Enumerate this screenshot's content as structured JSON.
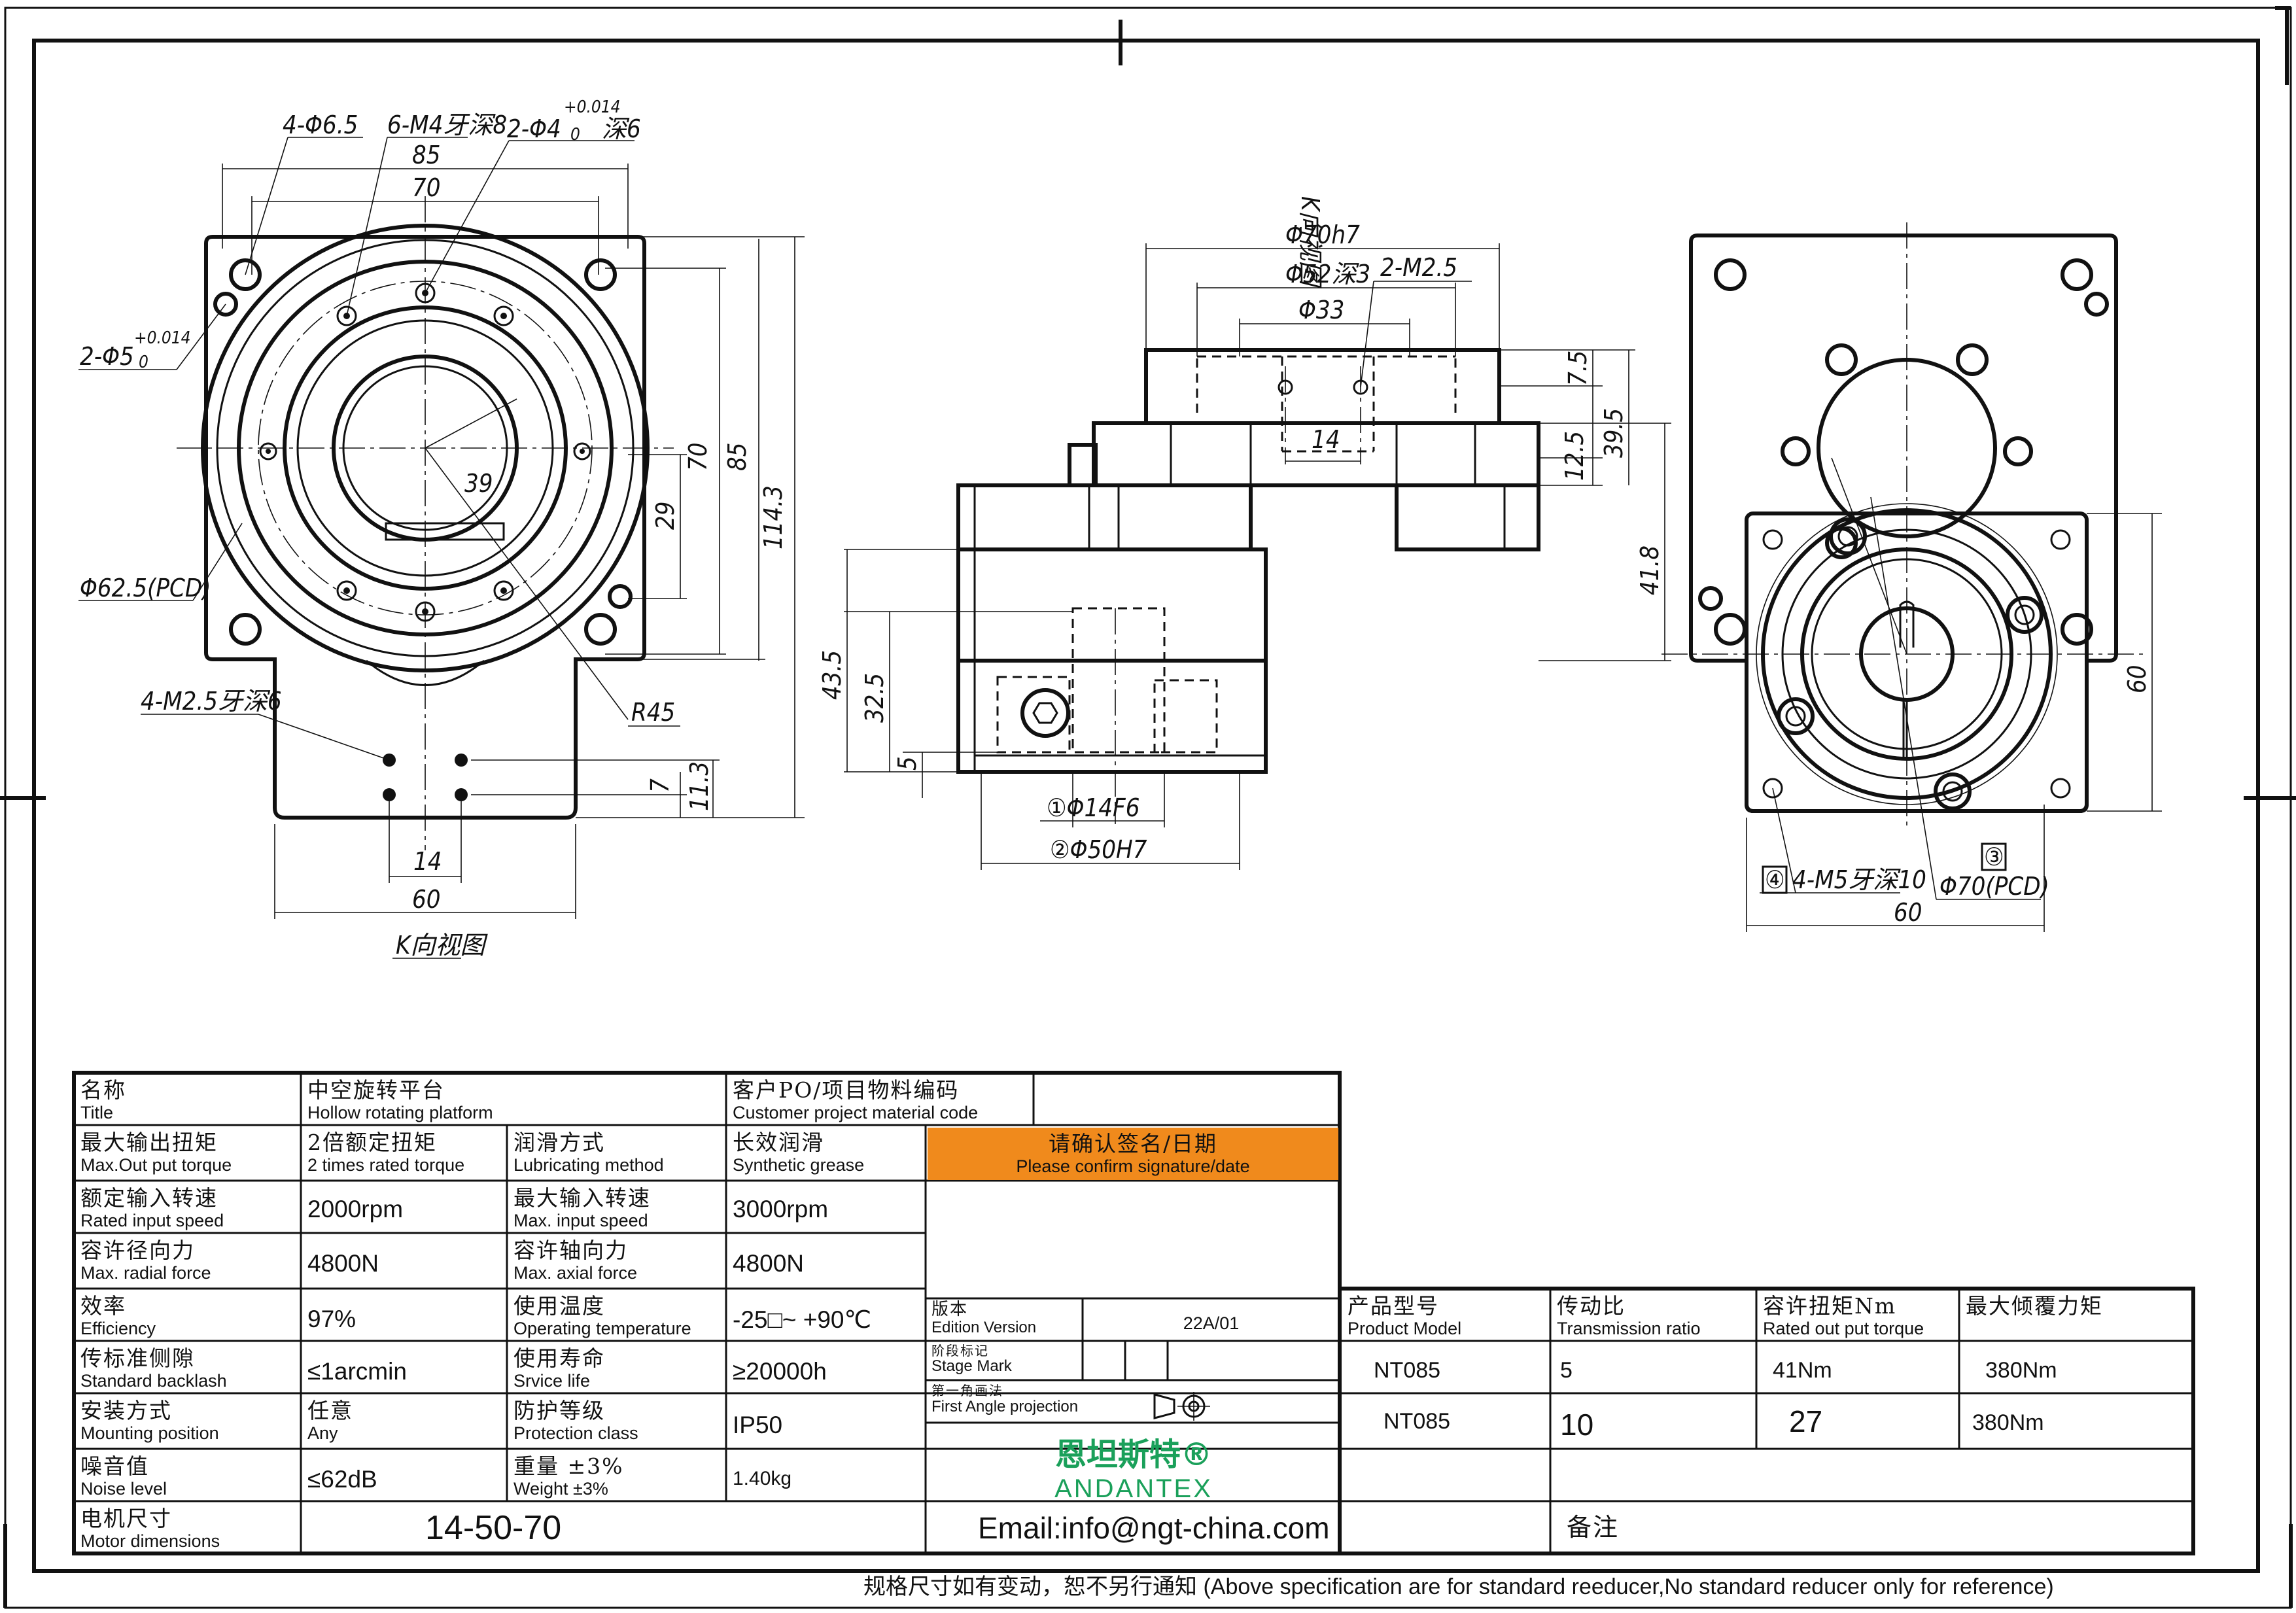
{
  "front_view": {
    "dims": {
      "holes_large": "4-Φ6.5",
      "thread_holes": "6-M4牙深8",
      "pin_holes": "2-Φ4",
      "pin_tol": "+0.014",
      "pin_tol_low": "0",
      "pin_depth": "深6",
      "pin2": "2-Φ5",
      "pin2_tol": "+0.014",
      "pin2_tol_low": "0",
      "w85": "85",
      "w70": "70",
      "h70": "70",
      "h85": "85",
      "h114": "114.3",
      "h29": "29",
      "r39": "39",
      "pcd": "Φ62.5(PCD)",
      "r45": "R45",
      "m25": "4-M2.5牙深6",
      "d7": "7",
      "d113": "11.3",
      "d14": "14",
      "d60": "60",
      "kview": "K向视图"
    }
  },
  "side_view": {
    "dims": {
      "kview": "K向视图",
      "d70h7": "Φ70h7",
      "d52": "Φ52深3",
      "m25": "2-M2.5",
      "d33": "Φ33",
      "d75": "7.5",
      "d14v": "14",
      "d125": "12.5",
      "d395": "39.5",
      "d418": "41.8",
      "d14h": "14",
      "d435": "43.5",
      "d325": "32.5",
      "d5": "5",
      "d14f6": "①Φ14F6",
      "d50h7": "②Φ50H7"
    }
  },
  "rear_view": {
    "dims": {
      "d60v": "60",
      "m5": "4-M5牙深10",
      "m5_mark": "④",
      "pcd": "Φ70(PCD)",
      "pcd_mark": "③",
      "d60h": "60"
    }
  },
  "spec_table": {
    "title_cn": "名称",
    "title_en": "Title",
    "title_val_cn": "中空旋转平台",
    "title_val_en": "Hollow rotating platform",
    "po_cn": "客户PO/项目物料编码",
    "po_en": "Customer project material code",
    "torque_cn": "最大输出扭矩",
    "torque_en": "Max.Out put torque",
    "torque_val_cn": "2倍额定扭矩",
    "torque_val_en": "2 times rated torque",
    "lub_cn": "润滑方式",
    "lub_en": "Lubricating method",
    "lub_val_cn": "长效润滑",
    "lub_val_en": "Synthetic grease",
    "confirm_cn": "请确认签名/日期",
    "confirm_en": "Please confirm signature/date",
    "rin_cn": "额定输入转速",
    "rin_en": "Rated input speed",
    "rin_val": "2000rpm",
    "min_cn": "最大输入转速",
    "min_en": "Max. input speed",
    "min_val": "3000rpm",
    "rad_cn": "容许径向力",
    "rad_en": "Max. radial force",
    "rad_val": "4800N",
    "ax_cn": "容许轴向力",
    "ax_en": "Max. axial force",
    "ax_val": "4800N",
    "eff_cn": "效率",
    "eff_en": "Efficiency",
    "eff_val": "97%",
    "temp_cn": "使用温度",
    "temp_en": "Operating temperature",
    "temp_val": "-25□~ +90℃",
    "bl_cn": "传标准侧隙",
    "bl_en": "Standard backlash",
    "bl_val": "≤1arcmin",
    "life_cn": "使用寿命",
    "life_en": "Srvice life",
    "life_val": "≥20000h",
    "mnt_cn": "安装方式",
    "mnt_en": "Mounting position",
    "mnt_val_cn": "任意",
    "mnt_val_en": "Any",
    "prot_cn": "防护等级",
    "prot_en": "Protection class",
    "prot_val": "IP50",
    "noise_cn": "噪音值",
    "noise_en": "Noise level",
    "noise_val": "≤62dB",
    "wt_cn": "重量 ±3%",
    "wt_en": "Weight ±3%",
    "wt_val": "1.40kg",
    "motor_cn": "电机尺寸",
    "motor_en": "Motor dimensions",
    "motor_val": "14-50-70",
    "ver_cn": "版本",
    "ver_en": "Edition Version",
    "ver_val": "22A/01",
    "stage_cn": "阶段标记",
    "stage_en": "Stage Mark",
    "proj_cn": "第一角画法",
    "proj_en": "First Angle projection",
    "brand_cn": "恩坦斯特®",
    "brand_en": "ANDANTEX",
    "email": "Email:info@ngt-china.com",
    "model_cn": "产品型号",
    "model_en": "Product Model",
    "ratio_cn": "传动比",
    "ratio_en": "Transmission ratio",
    "rtq_cn": "容许扭矩Nm",
    "rtq_en": "Rated out put torque",
    "tilt_cn": "最大倾覆力矩",
    "rows": [
      {
        "model": "NT085",
        "ratio": "5",
        "torque": "41Nm",
        "tilt": "380Nm"
      },
      {
        "model": "NT085",
        "ratio": "10",
        "torque": "27",
        "tilt": "380Nm"
      }
    ],
    "remark_cn": "备注"
  },
  "footer": "规格尺寸如有变动，恕不另行通知  (Above specification are for standard reeducer,No standard reducer only for reference)"
}
